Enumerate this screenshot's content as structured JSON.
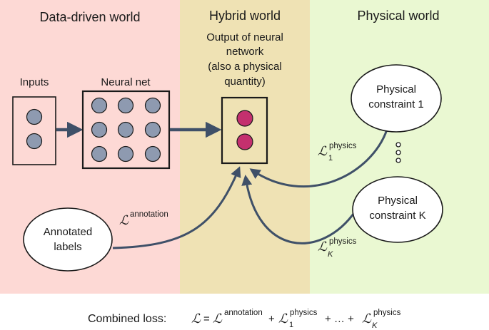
{
  "regions": {
    "data_driven": {
      "title": "Data-driven world",
      "color": "#fdd9d5"
    },
    "hybrid": {
      "title": "Hybrid world",
      "color": "#efe2b4"
    },
    "physical": {
      "title": "Physical world",
      "color": "#eaf8d2"
    }
  },
  "inputs": {
    "label": "Inputs"
  },
  "neural_net": {
    "label": "Neural net"
  },
  "output": {
    "lines": [
      "Output of neural",
      "network",
      "(also a physical",
      "quantity)"
    ]
  },
  "constraints": [
    {
      "lines": [
        "Physical",
        "constraint 1"
      ]
    },
    {
      "lines": [
        "Physical",
        "constraint K"
      ]
    }
  ],
  "annotated_labels": {
    "lines": [
      "Annotated",
      "labels"
    ]
  },
  "losses": {
    "symbol": "ℒ",
    "annotation_sup": "annotation",
    "physics_sup": "physics",
    "sub_1": "1",
    "sub_k": "K"
  },
  "combined_loss": {
    "prefix": "Combined loss:",
    "eq": "=",
    "plus": "+",
    "ellipsis": "+ … +"
  },
  "colors": {
    "node_gray": "#8e9ab0",
    "node_magenta": "#c4306e",
    "arrow": "#3f5068",
    "box_border": "#1a1a1a"
  }
}
